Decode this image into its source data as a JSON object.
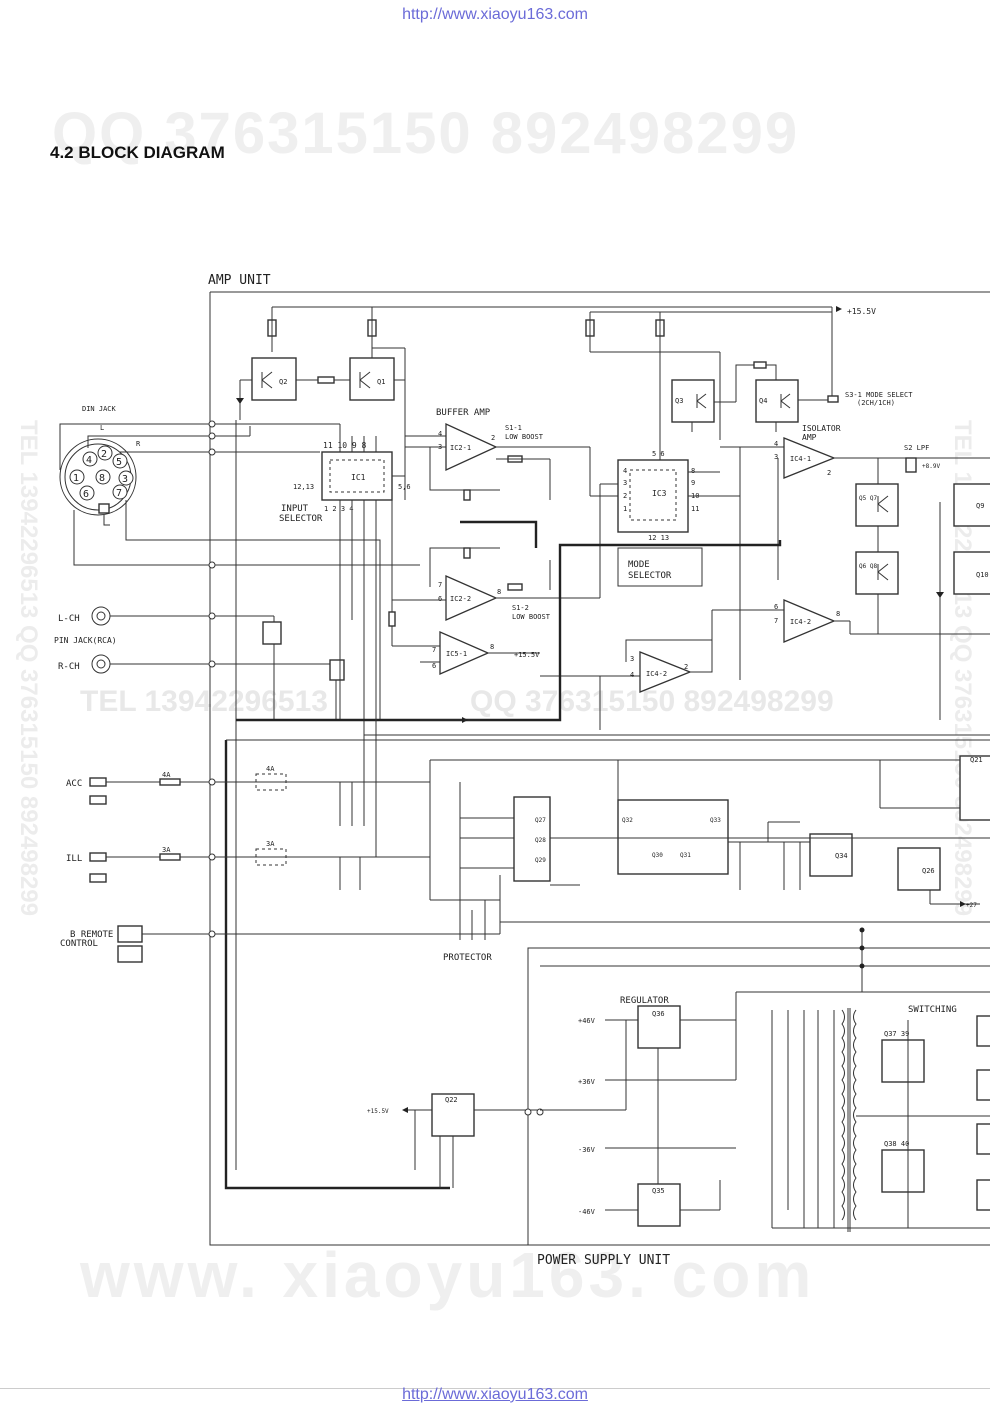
{
  "watermark": {
    "url_top": "http://www.xiaoyu163.com",
    "url_bottom": "http://www.xiaoyu163.com",
    "qq": "QQ 376315150  892498299",
    "tel_qq": "TEL 13942296513",
    "qq_mid": "QQ 376315150 892498299",
    "www": "www. xiaoyu163. com",
    "vert_left": "TEL 13942296513  QQ 376315150  892498299",
    "vert_right": "TEL 13942296513 QQ 376315150 892498299"
  },
  "heading": "4.2 BLOCK DIAGRAM",
  "diagram": {
    "amp_unit": "AMP UNIT",
    "power_supply_unit": "POWER SUPPLY UNIT",
    "din_jack": "DIN JACK",
    "din_l": "L",
    "din_r": "R",
    "din_pins": [
      "1",
      "2",
      "3",
      "4",
      "5",
      "6",
      "7",
      "8"
    ],
    "pin_jack": "PIN JACK(RCA)",
    "l_ch": "L-CH",
    "r_ch": "R-CH",
    "acc": "ACC",
    "ill": "ILL",
    "b_remote": "B REMOTE",
    "control": "CONTROL",
    "fuse_4a": "4A",
    "fuse_3a": "3A",
    "buffer_amp": "BUFFER AMP",
    "s1_1": "S1-1",
    "s1_2": "S1-2",
    "low_boost": "LOW BOOST",
    "input_selector_1": "INPUT",
    "input_selector_2": "SELECTOR",
    "mode_selector_1": "MODE",
    "mode_selector_2": "SELECTOR",
    "isolator_1": "ISOLATOR",
    "isolator_2": "AMP",
    "s3_mode": "S3-1 MODE SELECT",
    "s3_mode_sub": "(2CH/1CH)",
    "s2_lpf": "S2 LPF",
    "v_plus15_5": "+15.5V",
    "v_plus8_9": "+8.9V",
    "v_plus46": "+46V",
    "v_plus36": "+36V",
    "v_minus36": "-36V",
    "v_minus46": "-46V",
    "v_plus27": "+27",
    "regulator": "REGULATOR",
    "switching": "SWITCHING",
    "protector": "PROTECTOR",
    "ics": {
      "ic1": "IC1",
      "ic2_1": "IC2-1",
      "ic2_2": "IC2-2",
      "ic3": "IC3",
      "ic4_1": "IC4-1",
      "ic4_2": "IC4-2",
      "ic5_1": "IC5-1"
    },
    "transistors": {
      "q1": "Q1",
      "q2": "Q2",
      "q3": "Q3",
      "q4": "Q4",
      "q5_7": "Q5 Q7",
      "q6_8": "Q6 Q8",
      "q9": "Q9",
      "q10": "Q10",
      "q21": "Q21",
      "q22": "Q22",
      "q26": "Q26",
      "q27": "Q27",
      "q28": "Q28",
      "q29": "Q29",
      "q30": "Q30",
      "q31": "Q31",
      "q32": "Q32",
      "q33": "Q33",
      "q34": "Q34",
      "q35": "Q35",
      "q36": "Q36",
      "q37_39": "Q37 39",
      "q38_40": "Q38 40"
    },
    "pins": {
      "ic1_top": "11 10 9 8",
      "ic1_left": "12,13",
      "ic1_bottom": "1  2  3  4",
      "ic1_right": "5,6",
      "ic3_top": "5  6",
      "ic3_left": [
        "4",
        "3",
        "2",
        "1"
      ],
      "ic3_right": [
        "8",
        "9",
        "10",
        "11"
      ],
      "ic3_bottom": "12 13"
    }
  }
}
